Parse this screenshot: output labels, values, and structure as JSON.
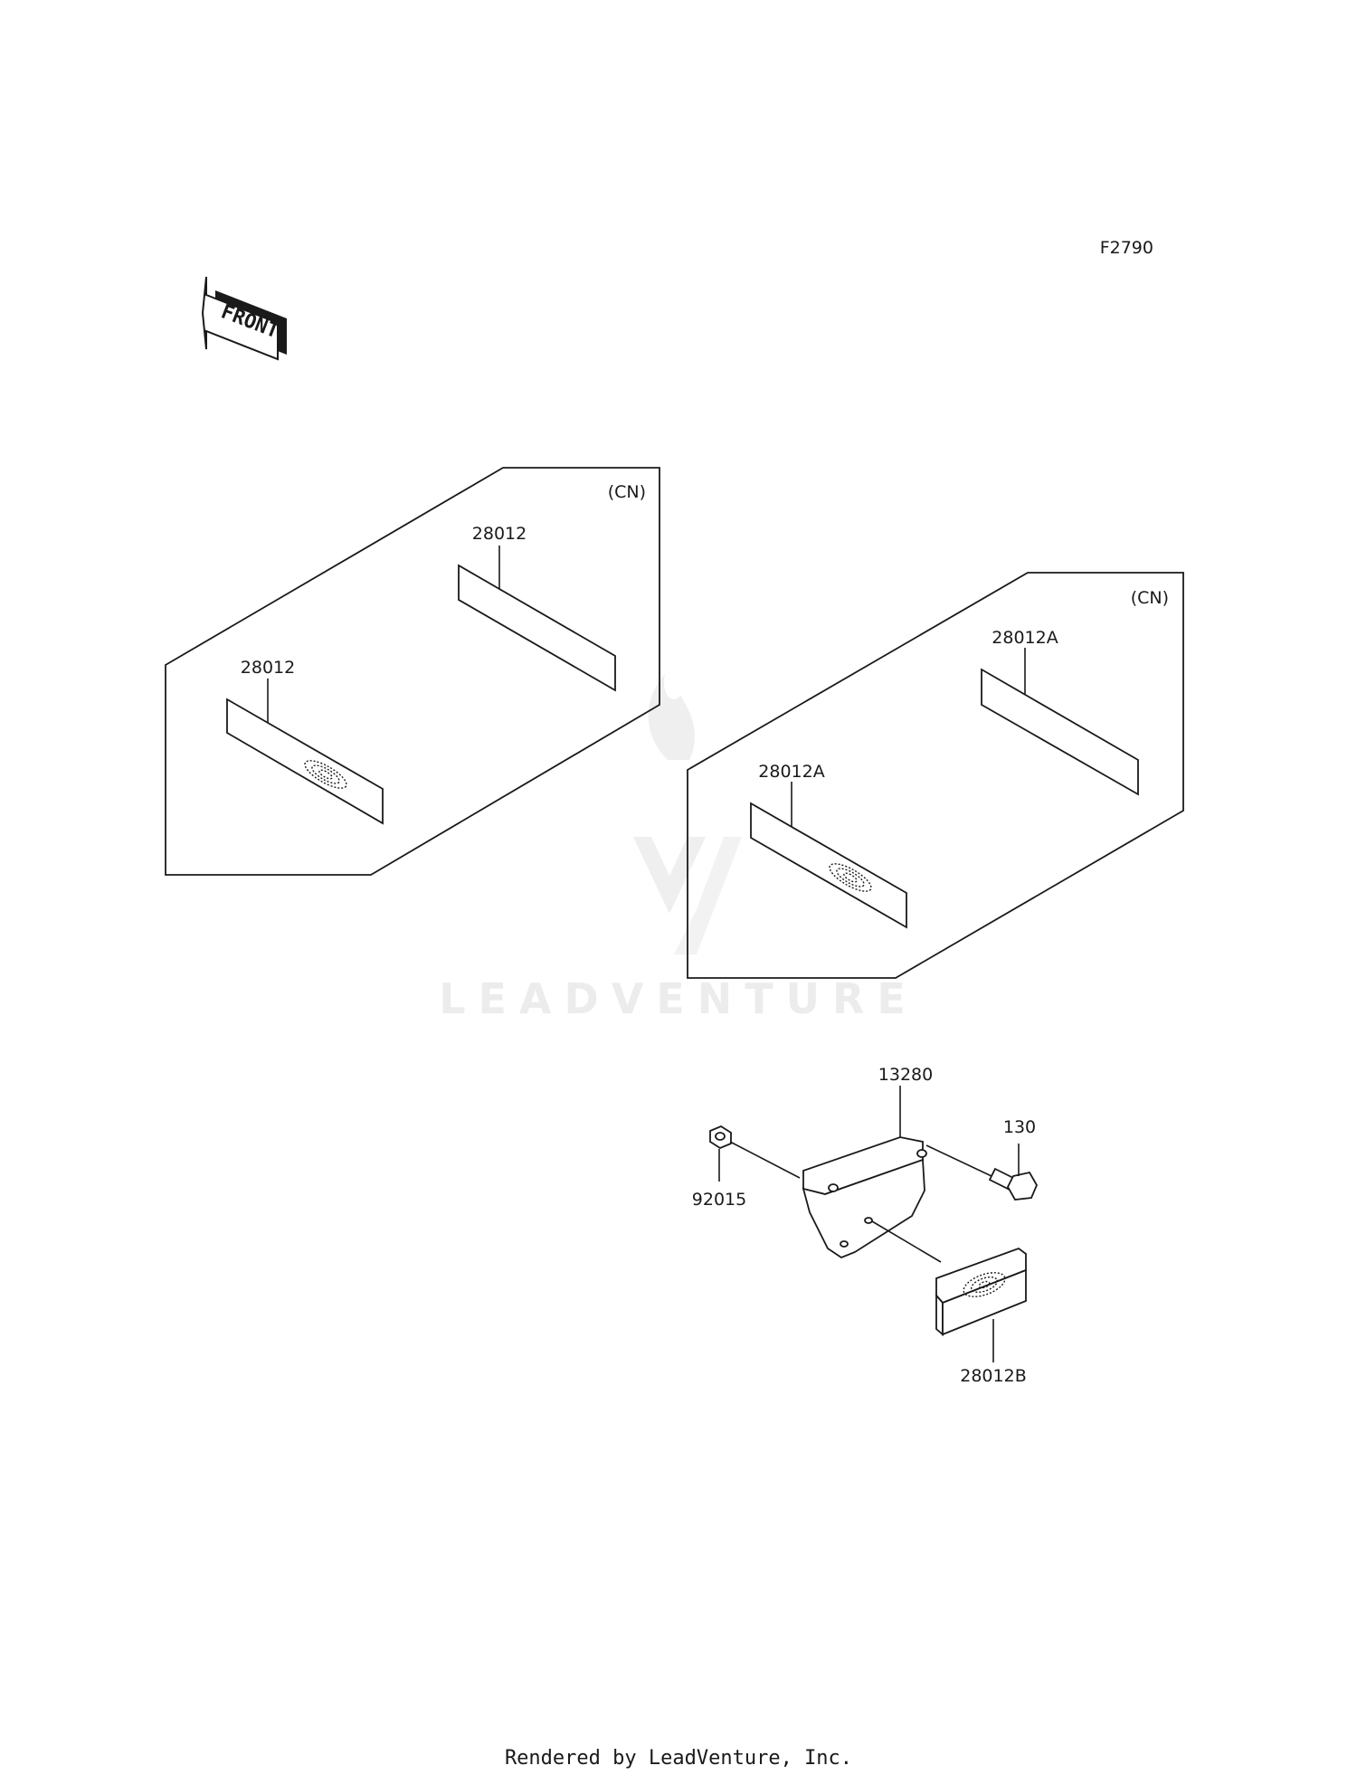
{
  "diagram": {
    "code": "F2790",
    "direction_label": "FRONT",
    "watermark": "LEADVENTURE",
    "footer": "Rendered by LeadVenture, Inc.",
    "groups": [
      {
        "region_label": "(CN)",
        "parts": [
          "28012",
          "28012"
        ]
      },
      {
        "region_label": "(CN)",
        "parts": [
          "28012A",
          "28012A"
        ]
      }
    ],
    "assembly_parts": [
      "13280",
      "130",
      "92015",
      "28012B"
    ]
  }
}
